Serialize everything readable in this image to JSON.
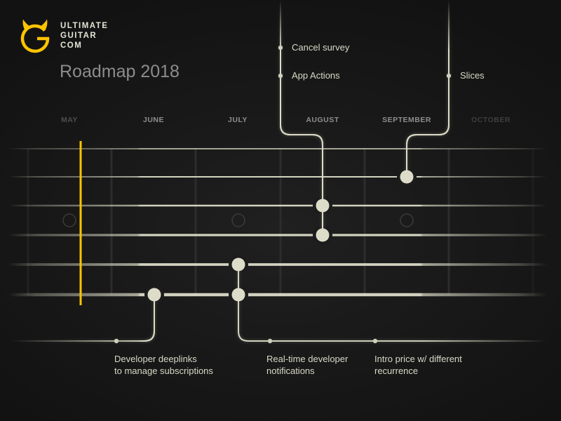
{
  "brand": {
    "logo_icon": "ug-g-horns-logo",
    "logo_lines": [
      "ULTIMATE",
      "GUITAR",
      "COM"
    ],
    "accent_color": "#FFC400"
  },
  "title": "Roadmap 2018",
  "months": [
    {
      "label": "MAY",
      "state": "past"
    },
    {
      "label": "JUNE",
      "state": "active"
    },
    {
      "label": "JULY",
      "state": "active"
    },
    {
      "label": "AUGUST",
      "state": "active"
    },
    {
      "label": "SEPTEMBER",
      "state": "active"
    },
    {
      "label": "OCTOBER",
      "state": "future"
    }
  ],
  "milestones": {
    "top": [
      {
        "label": "Cancel survey",
        "month": "AUGUST"
      },
      {
        "label": "App Actions",
        "month": "AUGUST"
      },
      {
        "label": "Slices",
        "month": "SEPTEMBER"
      }
    ],
    "bottom": [
      {
        "lines": [
          "Developer deeplinks",
          "to manage subscriptions"
        ],
        "month": "JUNE"
      },
      {
        "lines": [
          "Real-time developer",
          "notifications"
        ],
        "month": "JULY"
      },
      {
        "lines": [
          "Intro price w/ different",
          "recurrence"
        ],
        "month": "JULY"
      }
    ]
  },
  "colors": {
    "background": "#161616",
    "string": "#DCDCC8",
    "fret": "#2C2C2C",
    "current_marker": "#FFC400",
    "month_active": "#8E8E8E",
    "month_inactive": "#4E4E4E",
    "label_text": "#D8D8C8"
  }
}
